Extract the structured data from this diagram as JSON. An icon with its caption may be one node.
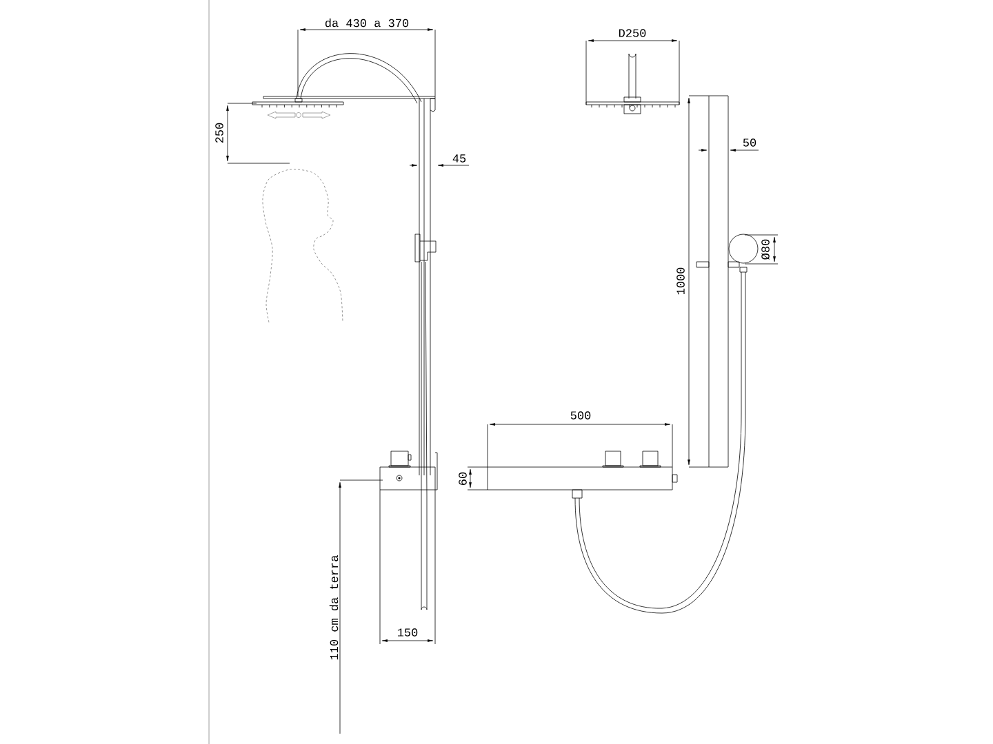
{
  "diagram": {
    "labels": [
      "da 430 a 370",
      "D250",
      "250",
      "50",
      "45",
      "Ø80",
      "1000",
      "500",
      "60",
      "110 cm da terra",
      "150"
    ]
  }
}
